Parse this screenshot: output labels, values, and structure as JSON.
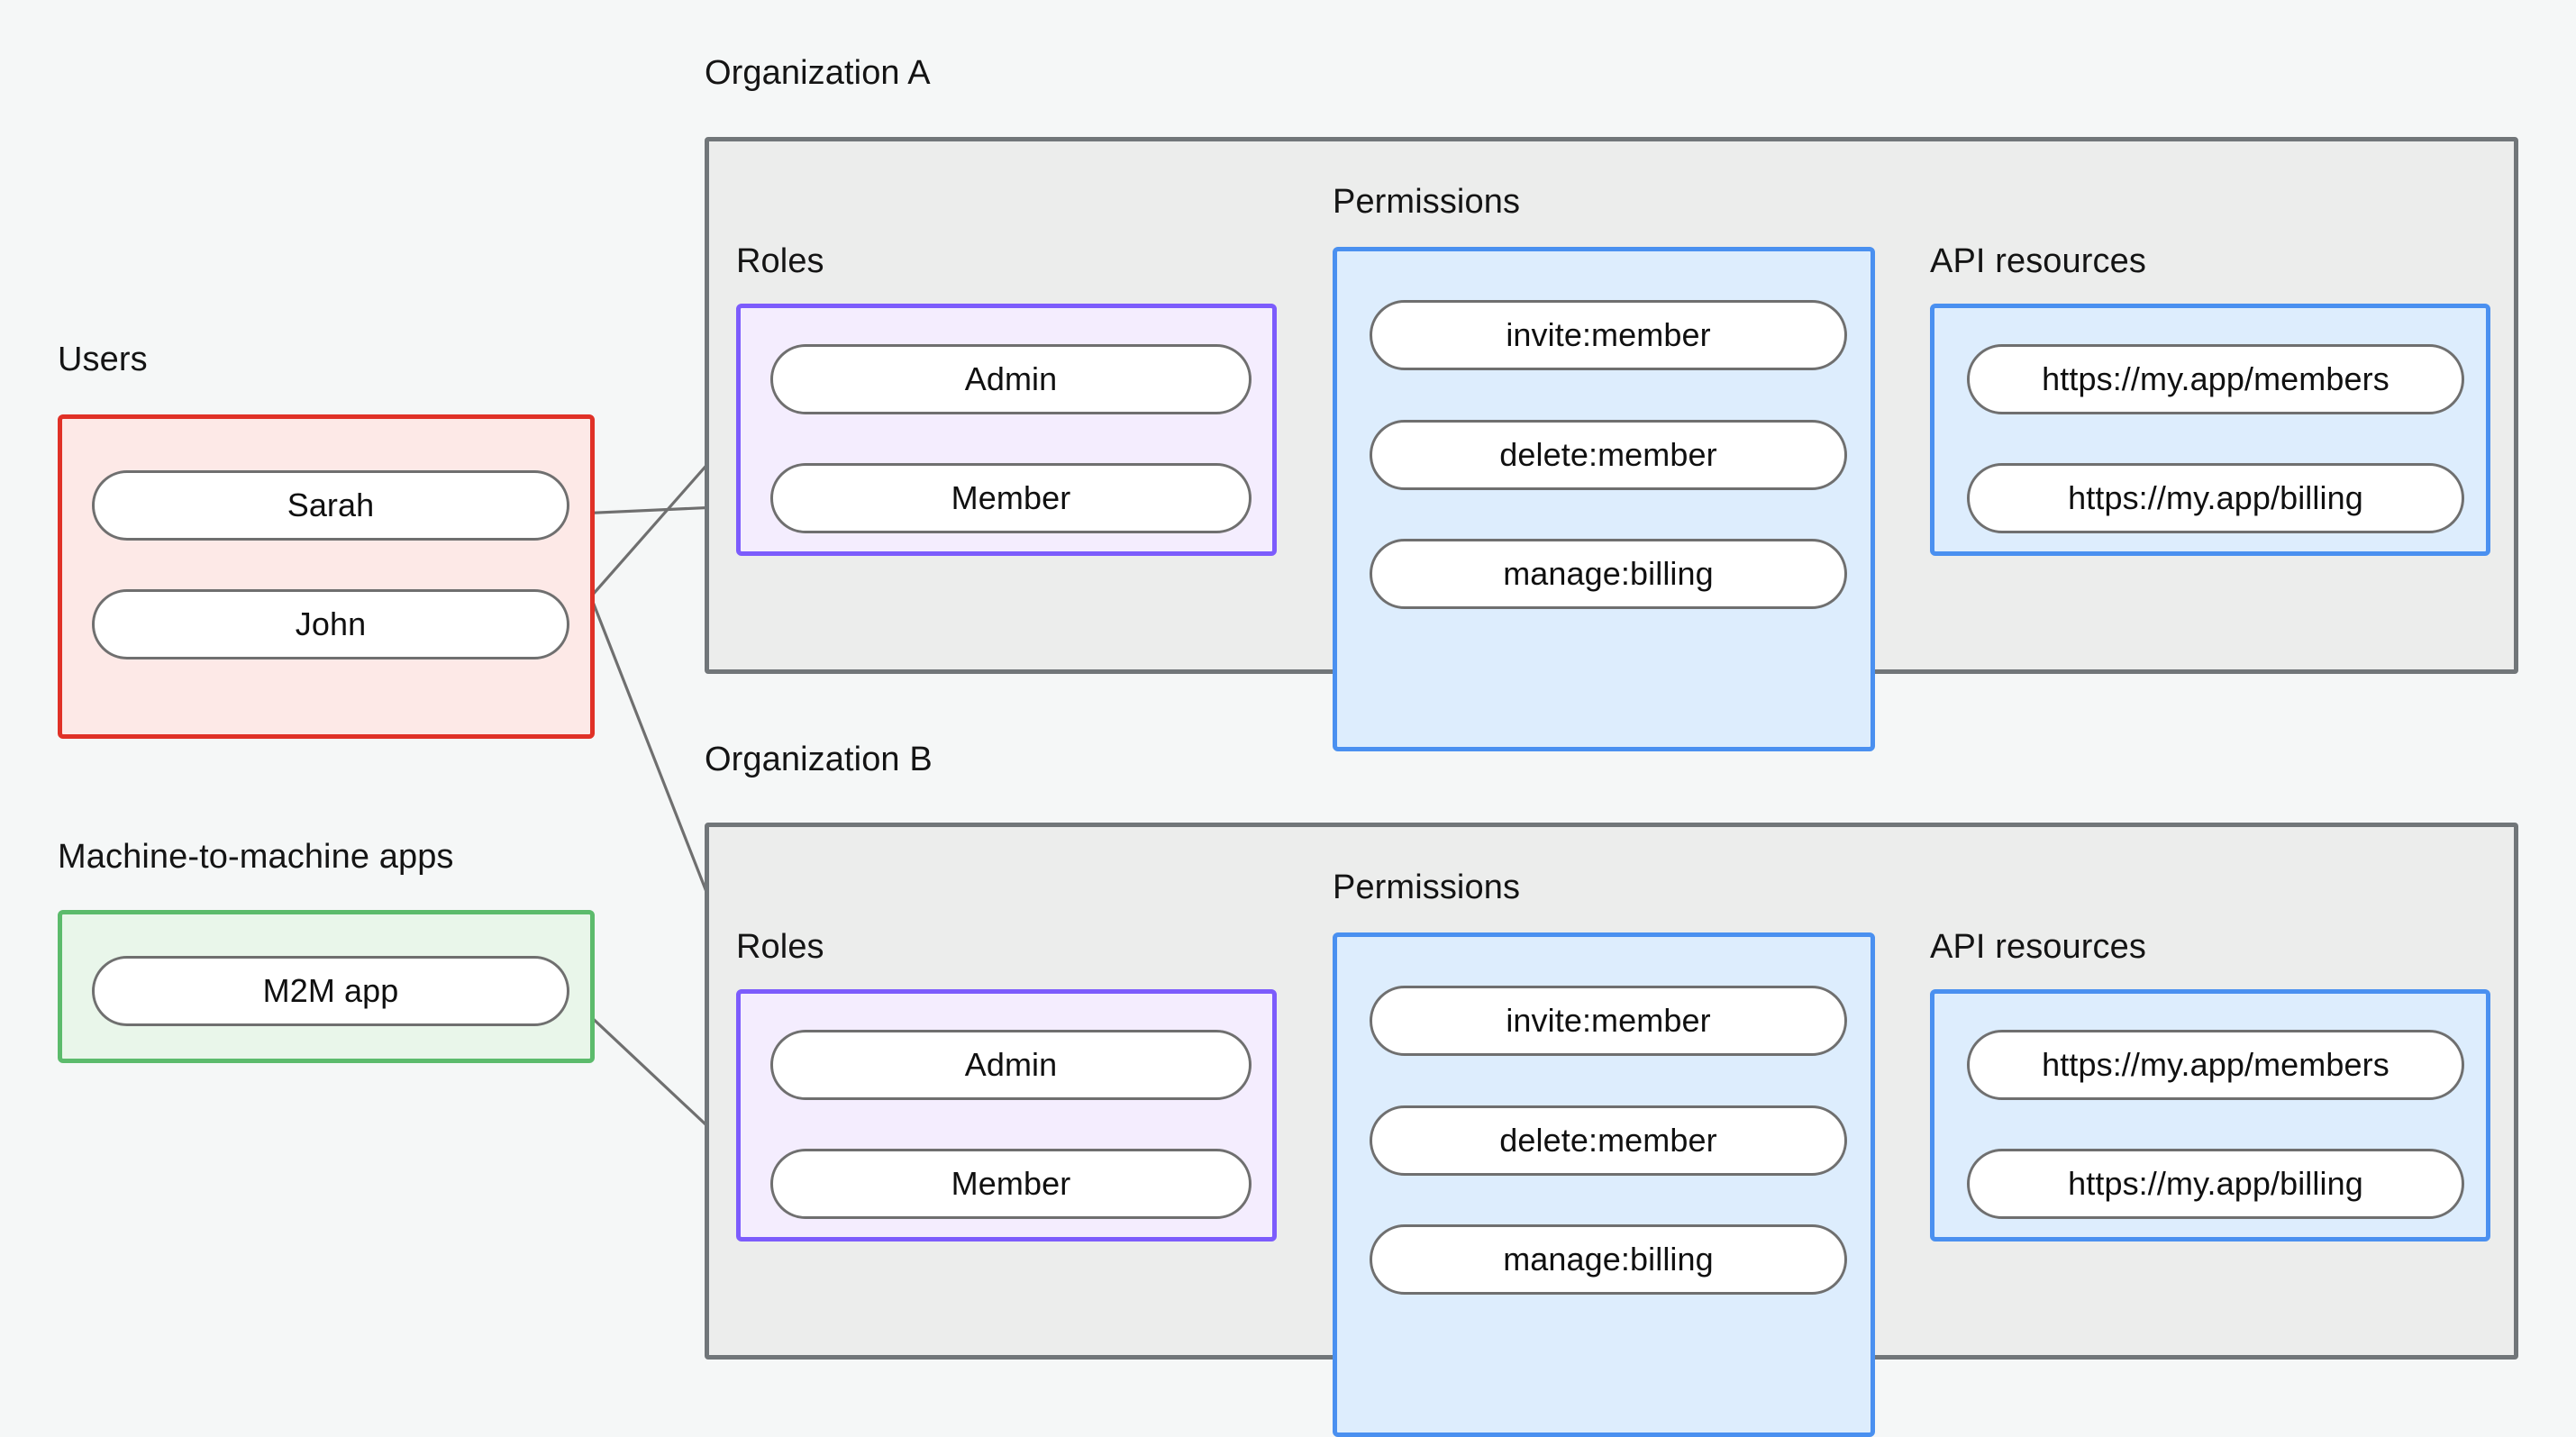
{
  "diagram": {
    "title_visible": false,
    "background_color": "#f5f7f7",
    "captions": {
      "users": "Users",
      "m2m": "Machine-to-machine apps",
      "org_a": "Organization A",
      "org_b": "Organization B",
      "roles": "Roles",
      "permissions": "Permissions",
      "api_resources": "API resources"
    }
  },
  "colors": {
    "users_border": "#e03127",
    "users_fill": "#fde9e7",
    "m2m_border": "#5cbb6c",
    "m2m_fill": "#e9f6ea",
    "org_border": "#717679",
    "org_fill": "#ecedec",
    "roles_border": "#7c5cfc",
    "roles_fill": "#f4edfe",
    "blue_border": "#4a90f0",
    "blue_fill": "#ddedfd",
    "pill_border": "#6f6f6f",
    "pill_fill": "#ffffff",
    "connector": "#6f6f6f"
  },
  "users": {
    "label": "Users",
    "items": [
      {
        "id": "sarah",
        "label": "Sarah"
      },
      {
        "id": "john",
        "label": "John"
      }
    ]
  },
  "m2m": {
    "label": "Machine-to-machine apps",
    "items": [
      {
        "id": "m2m-app",
        "label": "M2M app"
      }
    ]
  },
  "organizations": [
    {
      "id": "org-a",
      "label": "Organization A",
      "roles": {
        "label": "Roles",
        "items": [
          {
            "id": "org-a-admin",
            "label": "Admin"
          },
          {
            "id": "org-a-member",
            "label": "Member"
          }
        ]
      },
      "permissions": {
        "label": "Permissions",
        "items": [
          {
            "id": "org-a-invite",
            "label": "invite:member"
          },
          {
            "id": "org-a-delete",
            "label": "delete:member"
          },
          {
            "id": "org-a-billing",
            "label": "manage:billing"
          }
        ]
      },
      "api_resources": {
        "label": "API resources",
        "items": [
          {
            "id": "org-a-res-members",
            "label": "https://my.app/members"
          },
          {
            "id": "org-a-res-billing",
            "label": "https://my.app/billing"
          }
        ]
      }
    },
    {
      "id": "org-b",
      "label": "Organization B",
      "roles": {
        "label": "Roles",
        "items": [
          {
            "id": "org-b-admin",
            "label": "Admin"
          },
          {
            "id": "org-b-member",
            "label": "Member"
          }
        ]
      },
      "permissions": {
        "label": "Permissions",
        "items": [
          {
            "id": "org-b-invite",
            "label": "invite:member"
          },
          {
            "id": "org-b-delete",
            "label": "delete:member"
          },
          {
            "id": "org-b-billing",
            "label": "manage:billing"
          }
        ]
      },
      "api_resources": {
        "label": "API resources",
        "items": [
          {
            "id": "org-b-res-members",
            "label": "https://my.app/members"
          },
          {
            "id": "org-b-res-billing",
            "label": "https://my.app/billing"
          }
        ]
      }
    }
  ],
  "connections": [
    {
      "from": "sarah",
      "to": "org-a-member"
    },
    {
      "from": "sarah",
      "to": "org-b-admin"
    },
    {
      "from": "john",
      "to": "org-a-admin"
    },
    {
      "from": "m2m-app",
      "to": "org-b-member"
    },
    {
      "from": "org-a-admin",
      "to": "org-a-invite"
    },
    {
      "from": "org-a-admin",
      "to": "org-a-delete"
    },
    {
      "from": "org-a-member",
      "to": "org-a-billing"
    },
    {
      "from": "org-a-invite",
      "to": "org-a-res-members"
    },
    {
      "from": "org-a-delete",
      "to": "org-a-res-members"
    },
    {
      "from": "org-a-billing",
      "to": "org-a-res-billing"
    },
    {
      "from": "org-b-admin",
      "to": "org-b-invite"
    },
    {
      "from": "org-b-admin",
      "to": "org-b-delete"
    },
    {
      "from": "org-b-member",
      "to": "org-b-billing"
    },
    {
      "from": "org-b-invite",
      "to": "org-b-res-members"
    },
    {
      "from": "org-b-delete",
      "to": "org-b-res-members"
    },
    {
      "from": "org-b-billing",
      "to": "org-b-res-billing"
    }
  ]
}
